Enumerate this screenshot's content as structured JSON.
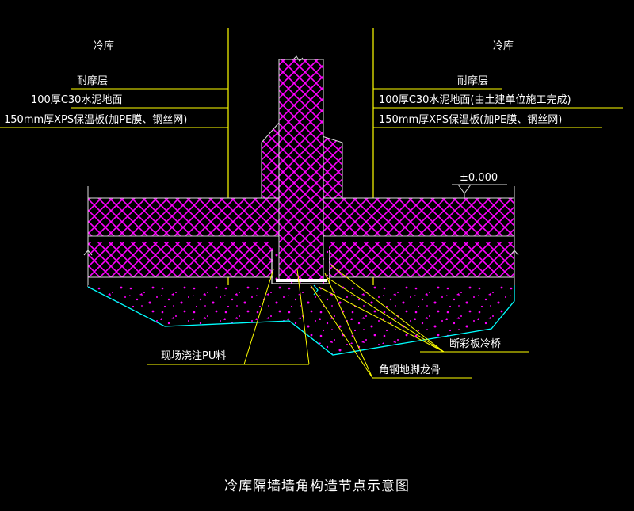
{
  "left_labels": {
    "room": "冷库",
    "wear_layer": "耐摩层",
    "concrete": "100厚C30水泥地面",
    "insulation": "150mm厚XPS保温板(加PE膜、钢丝网)"
  },
  "right_labels": {
    "room": "冷库",
    "wear_layer": "耐摩层",
    "concrete": "100厚C30水泥地面(由土建单位施工完成)",
    "insulation": "150mm厚XPS保温板(加PE膜、钢丝网)"
  },
  "elevation": "±0.000",
  "callouts": {
    "pu_foam": "现场浇注PU料",
    "thermal_break": "断彩板冷桥",
    "angle_steel": "角钢地脚龙骨"
  },
  "caption": "冷库隔墙墙角构造节点示意图",
  "colors": {
    "hatch": "#ff00ff",
    "leader": "#ffff00",
    "outline": "#00ffff",
    "slab_edge": "#c8c8c8"
  }
}
